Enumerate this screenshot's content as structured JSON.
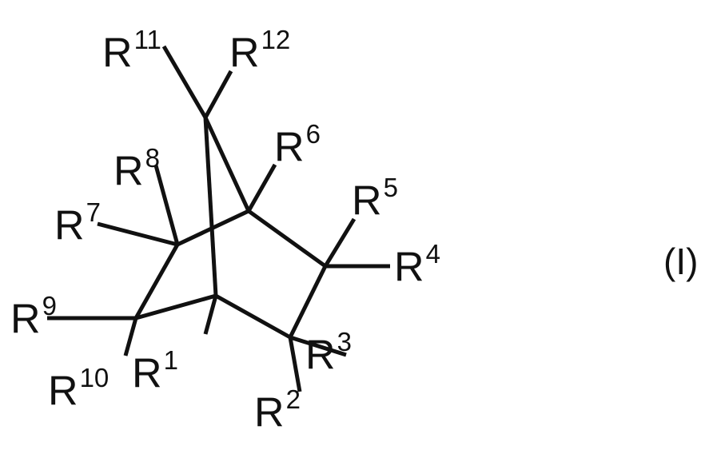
{
  "diagram": {
    "type": "chemical-structure",
    "description": "Bicyclic (norbornane-type) skeleton with substituents R1 to R12",
    "formula_label": "(I)",
    "line_color": "#111111",
    "substituents": [
      {
        "id": "R1",
        "base": "R",
        "sup": "1"
      },
      {
        "id": "R2",
        "base": "R",
        "sup": "2"
      },
      {
        "id": "R3",
        "base": "R",
        "sup": "3"
      },
      {
        "id": "R4",
        "base": "R",
        "sup": "4"
      },
      {
        "id": "R5",
        "base": "R",
        "sup": "5"
      },
      {
        "id": "R6",
        "base": "R",
        "sup": "6"
      },
      {
        "id": "R7",
        "base": "R",
        "sup": "7"
      },
      {
        "id": "R8",
        "base": "R",
        "sup": "8"
      },
      {
        "id": "R9",
        "base": "R",
        "sup": "9"
      },
      {
        "id": "R10",
        "base": "R",
        "sup": "10"
      },
      {
        "id": "R11",
        "base": "R",
        "sup": "11"
      },
      {
        "id": "R12",
        "base": "R",
        "sup": "12"
      }
    ]
  }
}
